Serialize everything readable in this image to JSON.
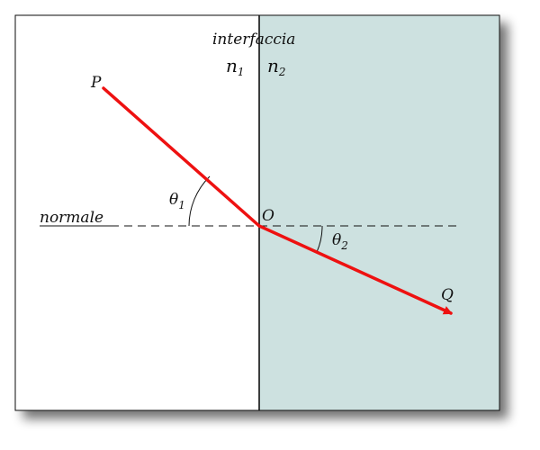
{
  "labels": {
    "interface": "interfaccia",
    "normal": "normale",
    "point_p": "P",
    "point_o": "O",
    "point_q": "Q",
    "n1_base": "n",
    "n1_sub": "1",
    "n2_base": "n",
    "n2_sub": "2",
    "theta1_base": "θ",
    "theta1_sub": "1",
    "theta2_base": "θ",
    "theta2_sub": "2"
  },
  "colors": {
    "medium_1": "#ffffff",
    "medium_2": "#cde1e0",
    "ray": "#ee1111",
    "lines": "#111111",
    "frame_shadow": "#7f7f7f"
  }
}
